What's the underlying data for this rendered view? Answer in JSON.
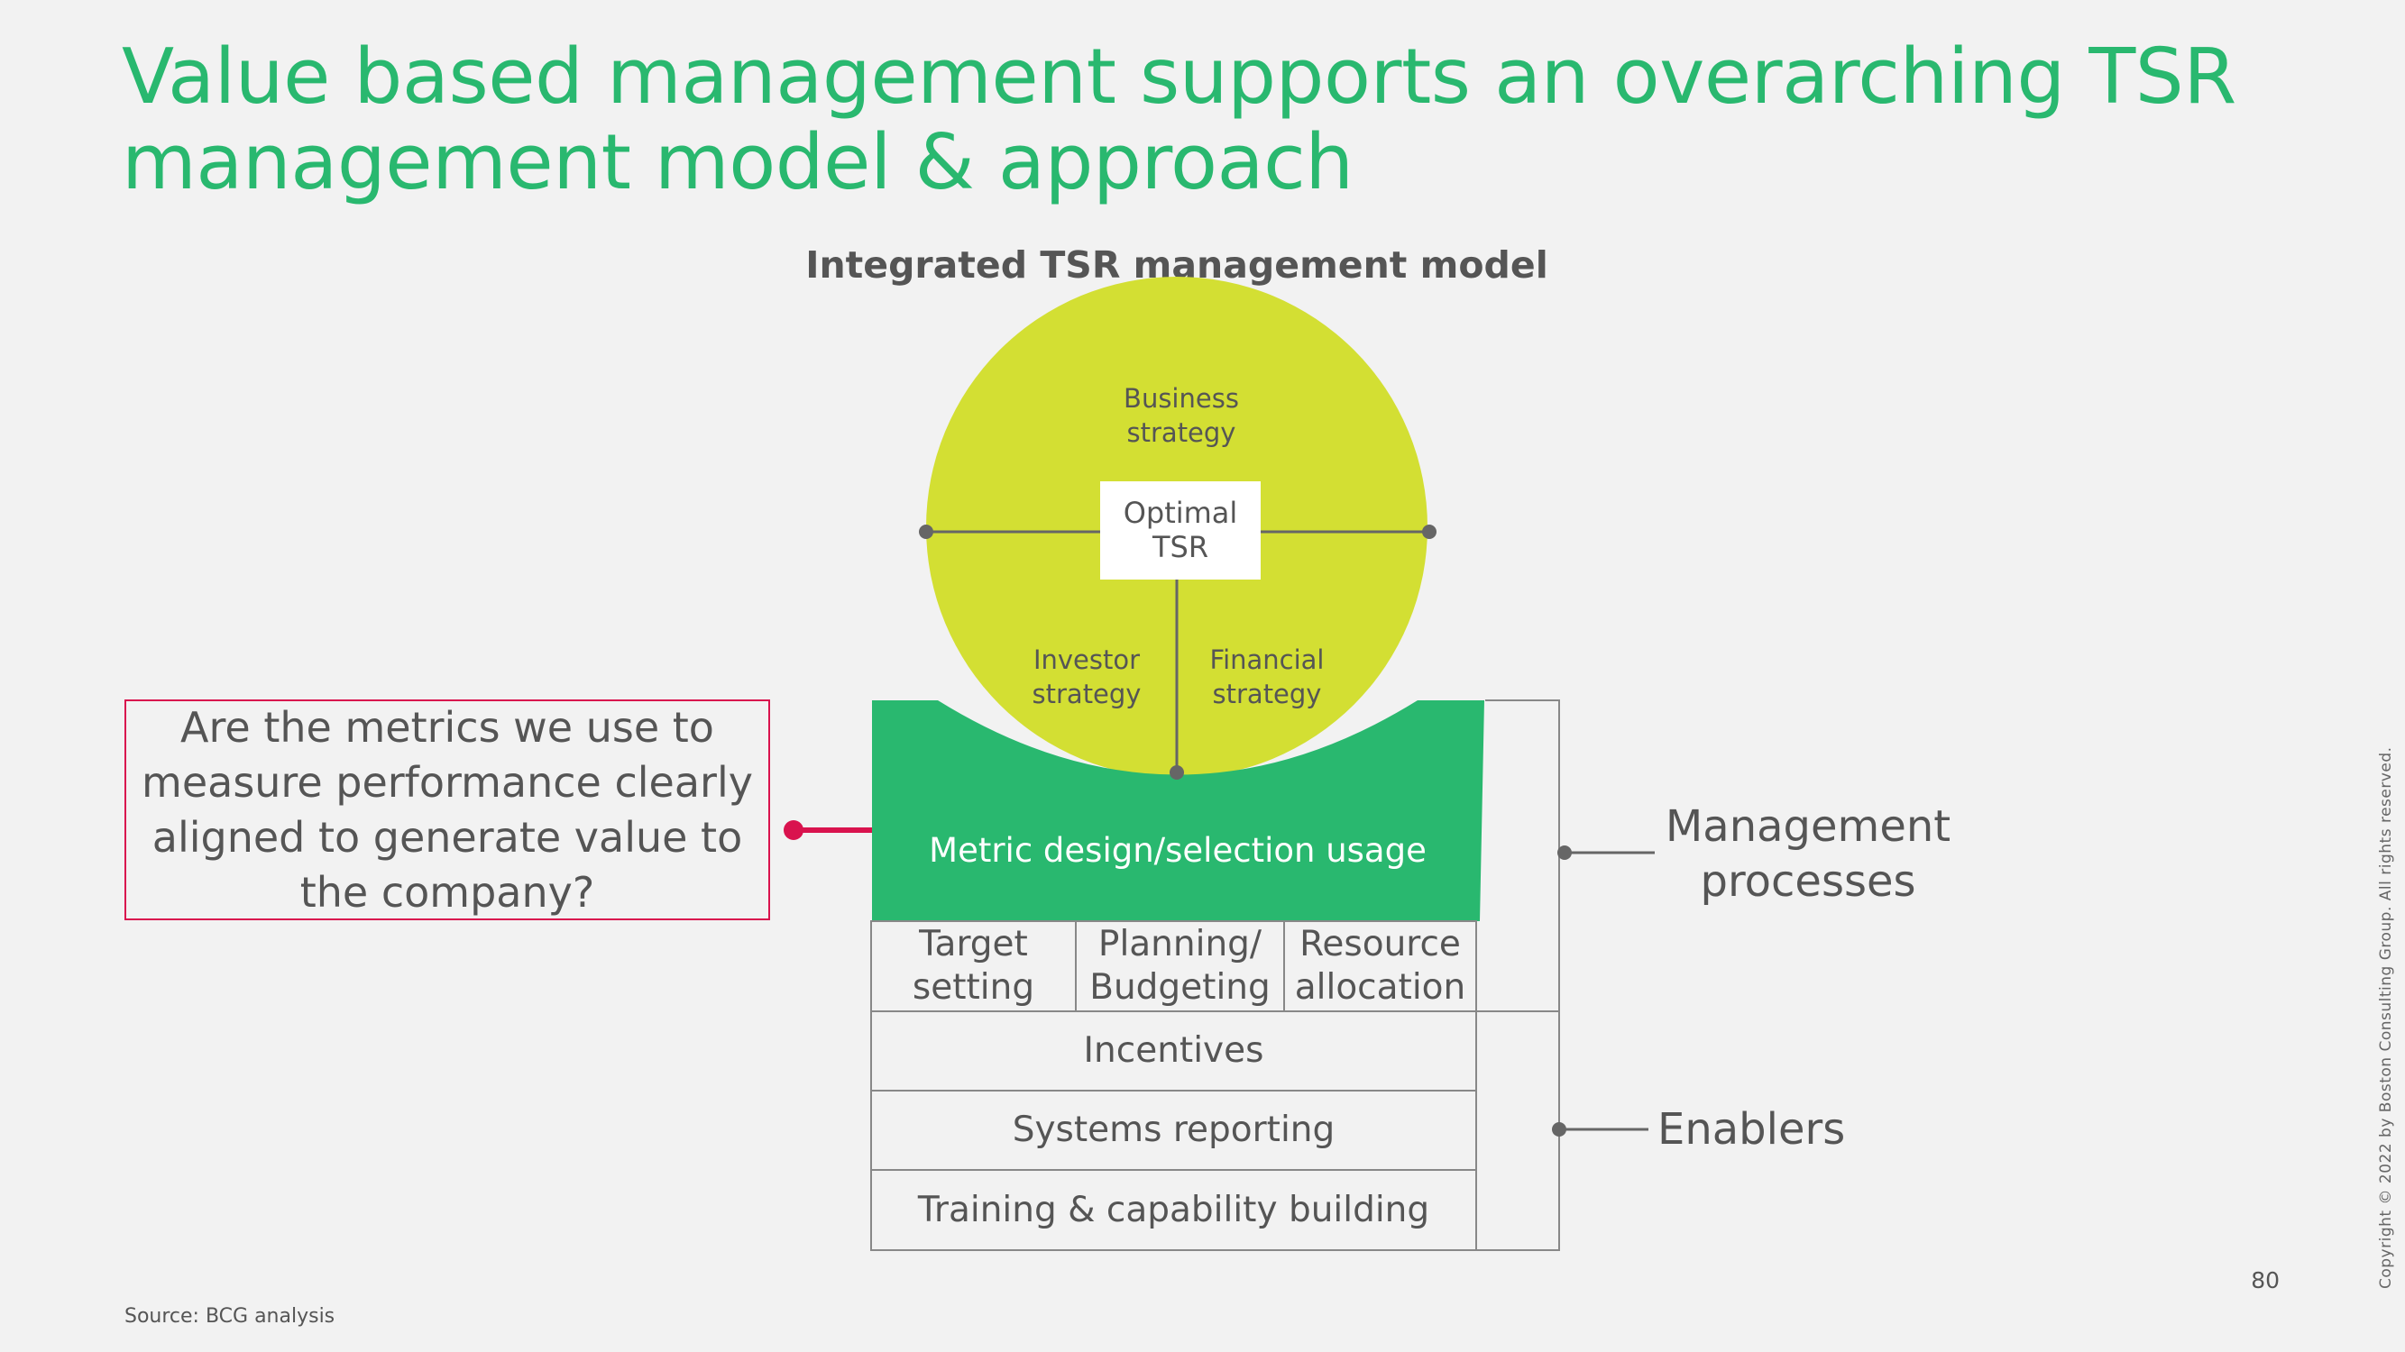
{
  "title": {
    "line1": "Value based management supports an overarching TSR",
    "line2": "management model & approach"
  },
  "model": {
    "heading": "Integrated TSR management model",
    "circle": {
      "center_label": [
        "Optimal",
        "TSR"
      ],
      "top_label": [
        "Business",
        "strategy"
      ],
      "left_label": [
        "Investor",
        "strategy"
      ],
      "right_label": [
        "Financial",
        "strategy"
      ]
    },
    "metric_band": "Metric design/selection usage",
    "processes": [
      "Target setting",
      "Planning/ Budgeting",
      "Resource allocation"
    ],
    "enabler_rows": [
      "Incentives",
      "Systems reporting",
      "Training & capability building"
    ],
    "side_labels": {
      "management_processes": "Management processes",
      "enablers": "Enablers"
    }
  },
  "question": "Are the metrics we use to measure performance clearly aligned to generate value to the company?",
  "footer": {
    "source": "Source: BCG analysis",
    "page_number": "80",
    "copyright": "Copyright © 2022 by Boston Consulting Group. All rights reserved."
  },
  "colors": {
    "title_green": "#29b86f",
    "circle_lime": "#d3df33",
    "band_green": "#29b86f",
    "question_accent": "#d9134e"
  }
}
